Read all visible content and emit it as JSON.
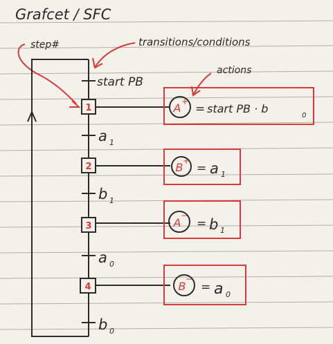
{
  "title": "Grafcet / SFC",
  "annotations": {
    "step_label": "step#",
    "transitions_label": "transitions/conditions",
    "actions_label": "actions"
  },
  "colors": {
    "ink": "#2a2a2a",
    "red": "#d83a3a",
    "paper": "#f4f1eb",
    "rule": "#9a9690"
  },
  "steps": [
    {
      "number": "1",
      "action_symbol": "A",
      "action_sign": "+",
      "action_condition": "start PB · b",
      "action_subscript": "0"
    },
    {
      "number": "2",
      "action_symbol": "B",
      "action_sign": "+",
      "action_condition": "a",
      "action_subscript": "1"
    },
    {
      "number": "3",
      "action_symbol": "A",
      "action_sign": "−",
      "action_condition": "b",
      "action_subscript": "1"
    },
    {
      "number": "4",
      "action_symbol": "B",
      "action_sign": "−",
      "action_condition": "a",
      "action_subscript": "0"
    }
  ],
  "transitions": [
    {
      "label": "start PB",
      "subscript": ""
    },
    {
      "label": "a",
      "subscript": "1"
    },
    {
      "label": "b",
      "subscript": "1"
    },
    {
      "label": "a",
      "subscript": "0"
    },
    {
      "label": "b",
      "subscript": "0"
    }
  ]
}
